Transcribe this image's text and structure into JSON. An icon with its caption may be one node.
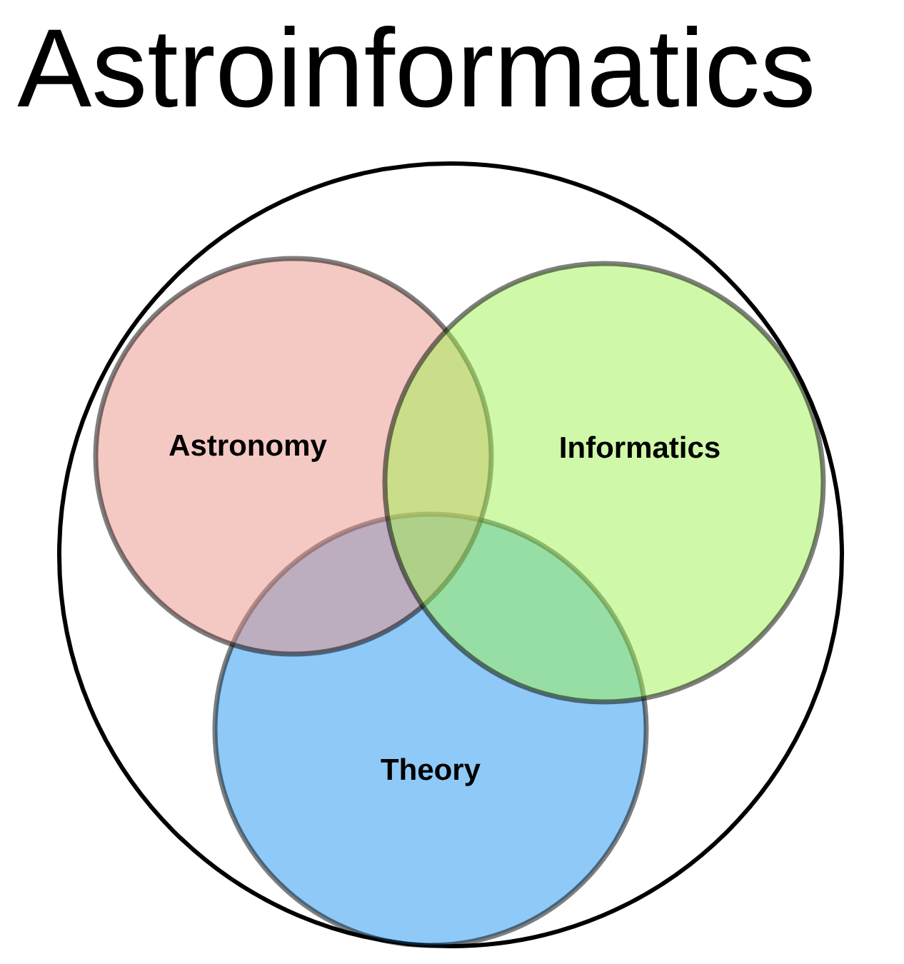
{
  "diagram": {
    "title": "Astroinformatics",
    "nodes": [
      {
        "text": [],
        "shape": "circle"
      },
      {
        "text": [
          "Astronomy"
        ],
        "in": 0
      },
      {
        "text": [
          "Informatics"
        ],
        "in": 0
      },
      {
        "text": [
          "Theory"
        ],
        "in": 0
      }
    ]
  }
}
